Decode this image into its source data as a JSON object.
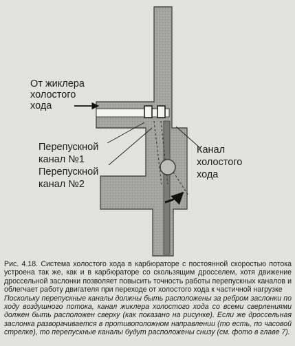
{
  "labels": {
    "jet_line1": "От жиклера",
    "jet_line2": "холостого",
    "jet_line3": "хода",
    "bypass1_line1": "Перепускной",
    "bypass1_line2": "канал №1",
    "bypass2_line1": "Перепускной",
    "bypass2_line2": "канал №2",
    "idle_line1": "Канал",
    "idle_line2": "холостого",
    "idle_line3": "хода"
  },
  "caption": {
    "main": "Рис. 4.18. Система холостого хода в карбюраторе с постоянной скоростью потока устроена так же, как и в карбюраторе со скользящим дросселем, хотя движение дроссельной заслонки позволяет повысить точность работы перепускных каналов и облегчает работу двигателя при переходе от холостого хода к частичной нагрузке",
    "note": "Поскольку перепускные каналы должны быть расположены за ребром заслонки по ходу воздушного потока, канал жиклера холостого хода со всеми сверлениями должен быть расположен сверху (как показано на рисунке). Если же дроссельная заслонка разворачивается в противоположном направлении (то есть, по часовой стрелке), то перепускные каналы будут расположены снизу (см. фото в главе 7)."
  }
}
